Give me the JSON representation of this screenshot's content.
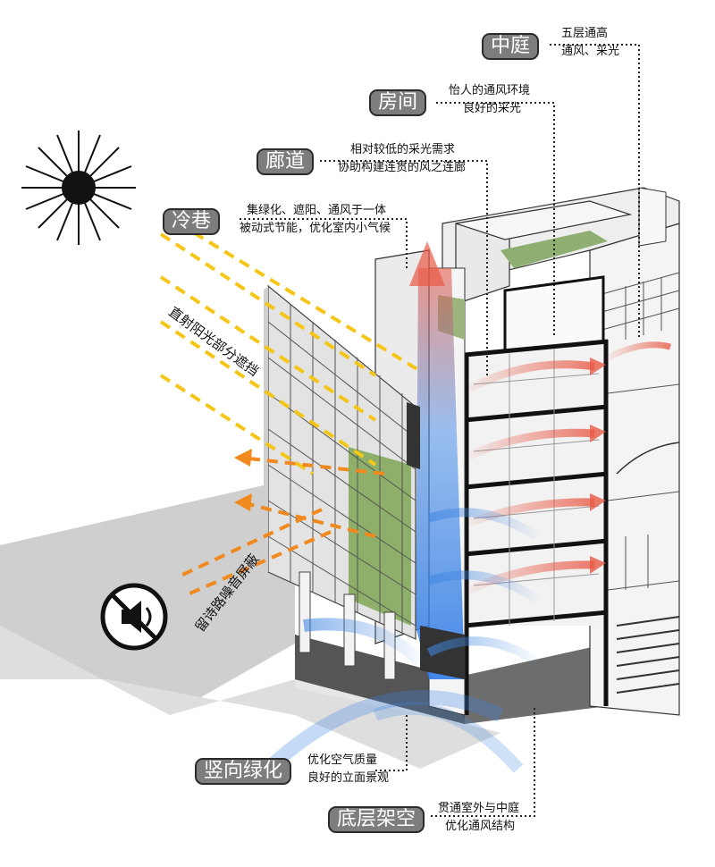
{
  "labels": {
    "courtyard": {
      "tag": "中庭",
      "line1": "五层通高",
      "line2": "通风、采光"
    },
    "room": {
      "tag": "房间",
      "line1": "怡人的通风环境",
      "line2": "良好的采光"
    },
    "corridor": {
      "tag": "廊道",
      "line1": "相对较低的采光需求",
      "line2": "协助构建连贯的风之连廊"
    },
    "cold_lane": {
      "tag": "冷巷",
      "line1": "集绿化、遮阳、通风于一体",
      "line2": "被动式节能，优化室内小气候"
    },
    "vertical_green": {
      "tag": "竖向绿化",
      "line1": "优化空气质量",
      "line2": "良好的立面景观"
    },
    "stilt_floor": {
      "tag": "底层架空",
      "line1": "贯通室外与中庭",
      "line2": "优化通风结构"
    }
  },
  "annotations": {
    "sunlight": "直射阳光部分遮挡",
    "noise": "留诗路噪音屏蔽"
  },
  "colors": {
    "tag_fill": "#7d7d7d",
    "sun_ray": "#f5c518",
    "noise_ray": "#f08a1e",
    "wind_red": "#e85a46",
    "wind_blue": "#3f86e0",
    "green": "#6e9b4a"
  },
  "icons": [
    "sun-icon",
    "no-sound-icon"
  ]
}
